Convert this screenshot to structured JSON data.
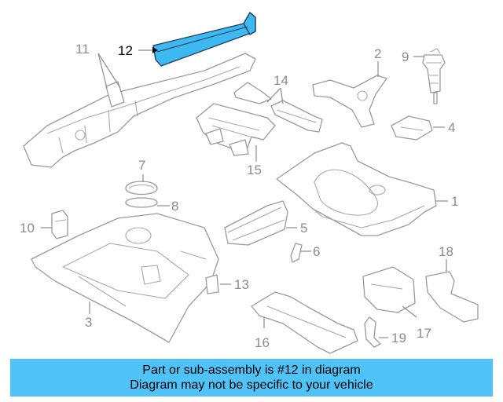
{
  "callouts": {
    "c1": "1",
    "c2": "2",
    "c3": "3",
    "c4": "4",
    "c5": "5",
    "c6": "6",
    "c7": "7",
    "c8": "8",
    "c9": "9",
    "c10": "10",
    "c11": "11",
    "c12": "12",
    "c13": "13",
    "c14": "14",
    "c15": "15",
    "c16": "16",
    "c17": "17",
    "c18": "18",
    "c19": "19"
  },
  "highlighted_part": "12",
  "colors": {
    "highlight": "#3db8f0",
    "banner": "#4fc3f7",
    "line_art": "#9a9a9a"
  },
  "banner": {
    "line1": "Part or sub-assembly is #12 in diagram",
    "line2": "Diagram may not be specific to your vehicle"
  }
}
